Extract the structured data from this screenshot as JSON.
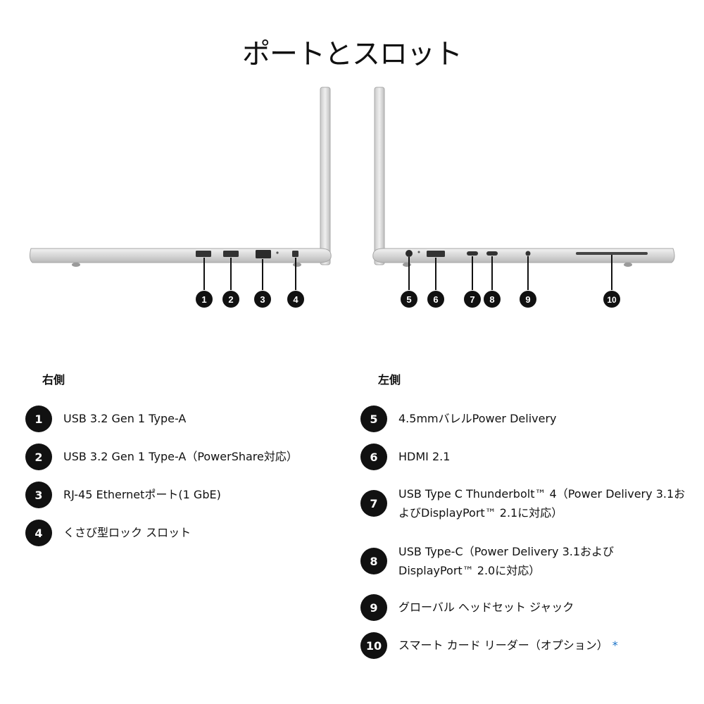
{
  "page": {
    "title": "ポートとスロット"
  },
  "figure": {
    "right_side_callouts": [
      "1",
      "2",
      "3",
      "4"
    ],
    "left_side_callouts": [
      "5",
      "6",
      "7",
      "8",
      "9",
      "10"
    ]
  },
  "right_side": {
    "heading": "右側",
    "items": [
      {
        "number": "1",
        "label": "USB 3.2 Gen 1 Type-A"
      },
      {
        "number": "2",
        "label": "USB 3.2 Gen 1 Type-A（PowerShare対応）"
      },
      {
        "number": "3",
        "label": "RJ-45 Ethernetポート(1 GbE)"
      },
      {
        "number": "4",
        "label": "くさび型ロック スロット"
      }
    ]
  },
  "left_side": {
    "heading": "左側",
    "items": [
      {
        "number": "5",
        "label": "4.5mmバレルPower Delivery"
      },
      {
        "number": "6",
        "label": "HDMI 2.1"
      },
      {
        "number": "7",
        "label": "USB Type C Thunderbolt™ 4（Power Delivery 3.1およびDisplayPort™ 2.1に対応）"
      },
      {
        "number": "8",
        "label": "USB Type-C（Power Delivery 3.1およびDisplayPort™ 2.0に対応）"
      },
      {
        "number": "9",
        "label": "グローバル ヘッドセット ジャック"
      },
      {
        "number": "10",
        "label": "スマート カード リーダー（オプション）",
        "note": "*"
      }
    ]
  },
  "colors": {
    "accent_asterisk": "#1a73c7",
    "badge": "#111111",
    "chassis": "#d9d9d9"
  }
}
